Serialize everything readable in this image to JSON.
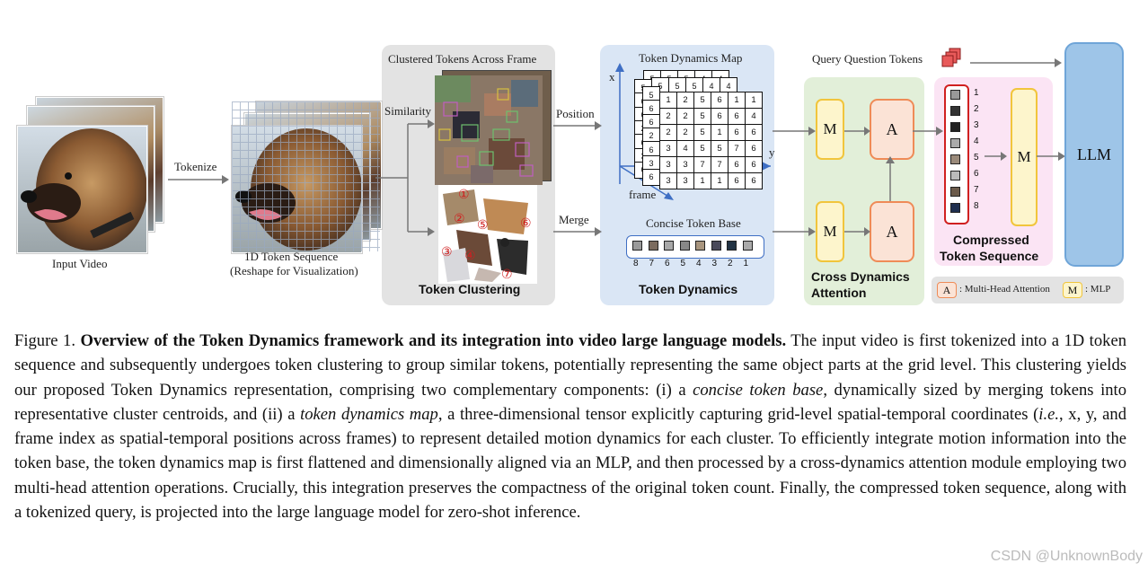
{
  "labels": {
    "input_video": "Input Video",
    "tokenize": "Tokenize",
    "token_seq_line1": "1D Token Sequence",
    "token_seq_line2": "(Reshape for Visualization)",
    "clustered_title": "Clustered Tokens Across Frame",
    "similarity": "Similarity",
    "position": "Position",
    "merge": "Merge",
    "token_clustering": "Token Clustering",
    "dyn_map_title": "Token Dynamics Map",
    "axis_x": "x",
    "axis_y": "y",
    "axis_frame": "frame",
    "concise_base": "Concise Token Base",
    "token_dynamics": "Token Dynamics",
    "query_tokens": "Query Question Tokens",
    "m": "M",
    "a": "A",
    "cross_dyn_1": "Cross Dynamics",
    "cross_dyn_2": "Attention",
    "compressed_1": "Compressed",
    "compressed_2": "Token Sequence",
    "llm": "LLM",
    "legend_a": "A",
    "legend_a_text": ": Multi-Head Attention",
    "legend_m": "M",
    "legend_m_text": ": MLP",
    "watermark": "CSDN @UnknownBody"
  },
  "cluster_ids": [
    "①",
    "②",
    "③",
    "④",
    "⑤",
    "⑥",
    "⑦"
  ],
  "concise_base_indices": [
    "8",
    "7",
    "6",
    "5",
    "4",
    "3",
    "2",
    "1"
  ],
  "compressed_indices": [
    "1",
    "2",
    "3",
    "4",
    "5",
    "6",
    "7",
    "8"
  ],
  "dyn_map_grid": [
    [
      "1",
      "2",
      "5",
      "6",
      "1",
      "1"
    ],
    [
      "2",
      "2",
      "5",
      "6",
      "6",
      "4"
    ],
    [
      "2",
      "2",
      "5",
      "1",
      "6",
      "6"
    ],
    [
      "3",
      "4",
      "5",
      "5",
      "7",
      "6"
    ],
    [
      "3",
      "3",
      "7",
      "7",
      "6",
      "6"
    ],
    [
      "3",
      "3",
      "1",
      "1",
      "6",
      "6"
    ]
  ],
  "dyn_map_back_col": [
    "5",
    "6",
    "6",
    "2",
    "6",
    "3",
    "6"
  ],
  "dyn_map_back_row": [
    "5",
    "5",
    "5",
    "4",
    "4"
  ],
  "colors": {
    "panel_gray": "#e3e3e3",
    "panel_blue": "#dae6f5",
    "panel_green": "#e2efd9",
    "panel_pink": "#fbe4f4",
    "mlp_fill": "#fdf5cc",
    "mlp_border": "#f1c53c",
    "attn_fill": "#fbe3d6",
    "attn_border": "#ef8b57",
    "llm_fill": "#9ec5e8",
    "arrow_blue": "#3f6fc4"
  },
  "caption": {
    "figure": "Figure 1.",
    "title": "Overview of the Token Dynamics framework and its integration into video large language models.",
    "p1": " The input video is first tokenized into a 1D token sequence and subsequently undergoes token clustering to group similar tokens, potentially representing the same object parts at the grid level. This clustering yields our proposed Token Dynamics representation, comprising two complementary components: (i) a ",
    "i1": "concise token base",
    "p2": ", dynamically sized by merging tokens into representative cluster centroids, and (ii) a ",
    "i2": "token dynamics map",
    "p3": ", a three-dimensional tensor explicitly capturing grid-level spatial-temporal coordinates (",
    "i3": "i.e.",
    "p4": ", x, y, and frame index as spatial-temporal positions across frames) to represent detailed motion dynamics for each cluster. To efficiently integrate motion information into the token base, the token dynamics map is first flattened and dimensionally aligned via an MLP, and then processed by a cross-dynamics attention module employing two multi-head attention operations. Crucially, this integration preserves the compactness of the original token count. Finally, the compressed token sequence, along with a tokenized query, is projected into the large language model for zero-shot inference."
  }
}
